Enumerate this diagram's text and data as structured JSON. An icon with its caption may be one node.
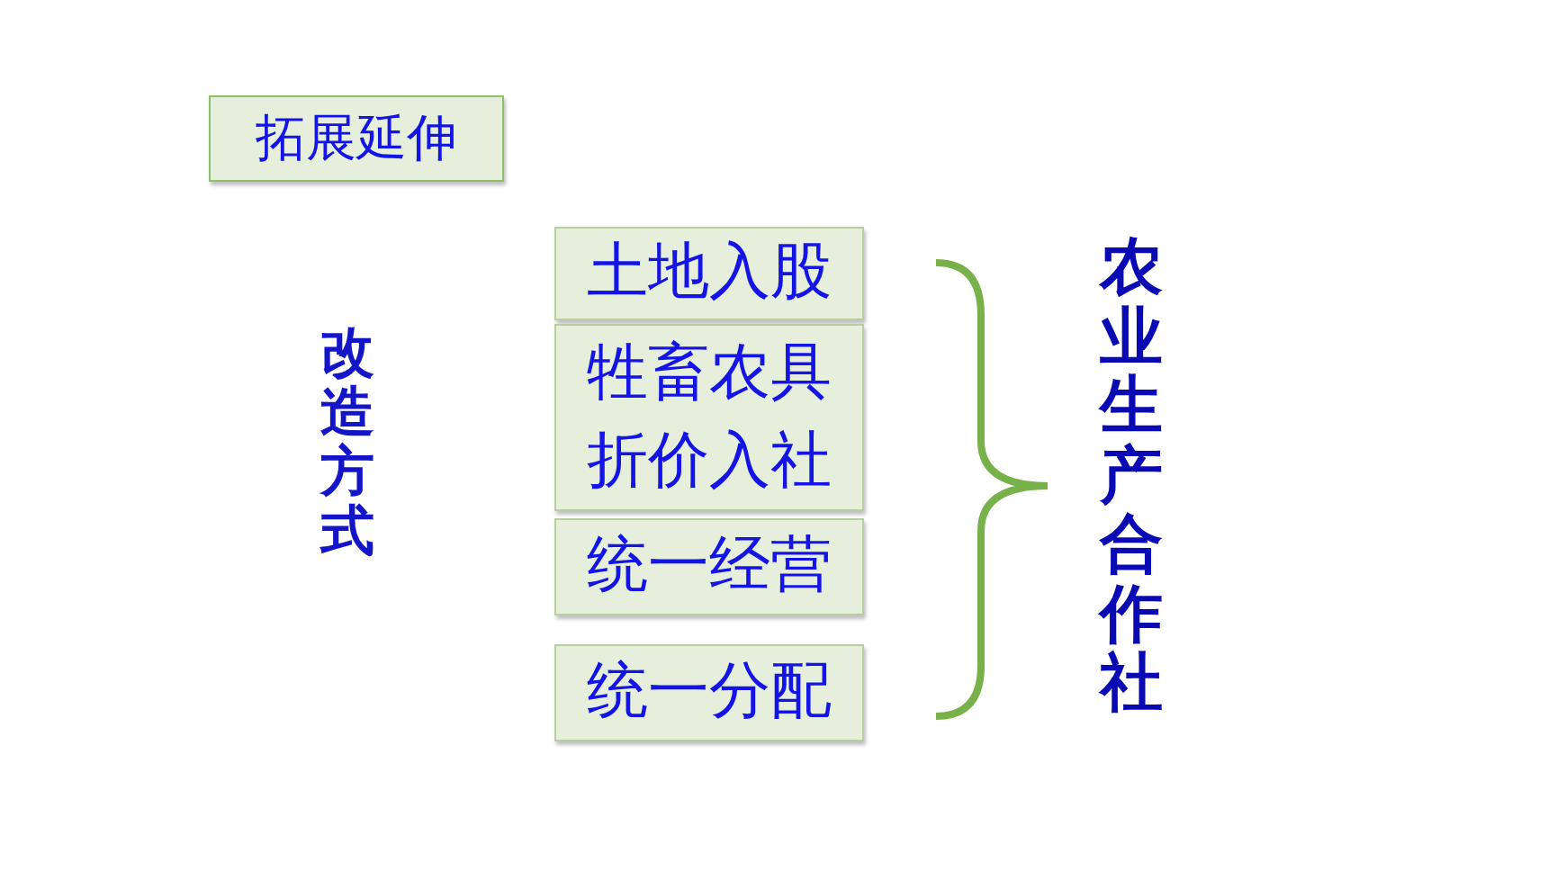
{
  "diagram": {
    "nodes": [
      {
        "text": [
          "拓展延伸"
        ]
      },
      {
        "text": [
          "土地入股"
        ]
      },
      {
        "text": [
          "牲畜农具折价入社"
        ]
      },
      {
        "text": [
          "统一经营"
        ]
      },
      {
        "text": [
          "统一分配"
        ]
      }
    ],
    "labels": [
      "改造方式",
      "农业生产合作社"
    ]
  }
}
